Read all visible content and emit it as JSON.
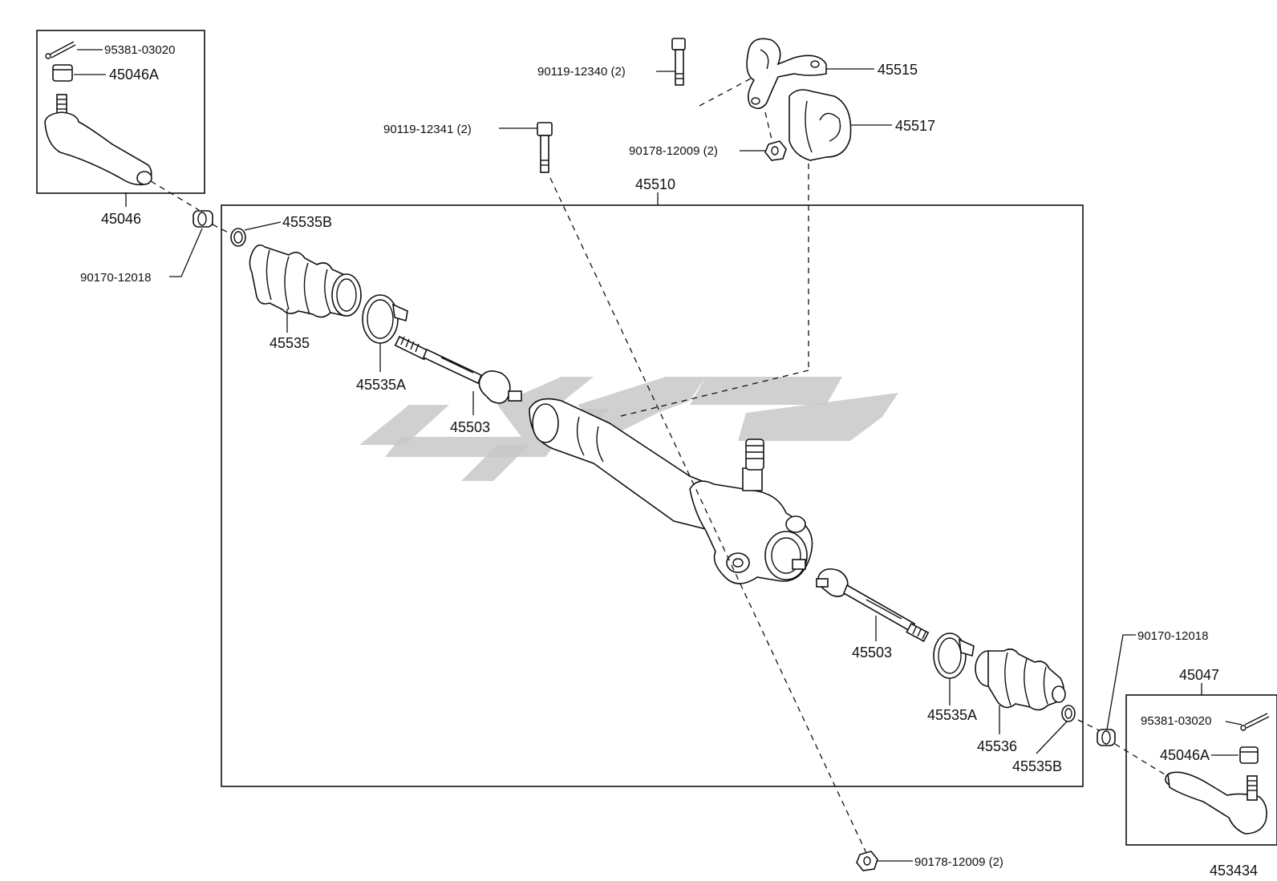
{
  "labels": {
    "cotter_pin_left": "95381-03020",
    "nut_left": "45046A",
    "tie_rod_end_left": "45046",
    "washer_left": "90170-12018",
    "clip_left_b": "45535B",
    "boot_left": "45535",
    "clamp_left_a": "45535A",
    "inner_rod_left": "45503",
    "bolt_upper": "90119-12340 (2)",
    "bolt_mid": "90119-12341 (2)",
    "bracket": "45515",
    "cushion": "45517",
    "nut_upper": "90178-12009 (2)",
    "rack_assembly": "45510",
    "inner_rod_right": "45503",
    "clamp_right_a": "45535A",
    "boot_right": "45536",
    "clip_right_b": "45535B",
    "washer_right": "90170-12018",
    "tie_rod_end_right": "45047",
    "cotter_pin_right": "95381-03020",
    "nut_right": "45046A",
    "nut_lower": "90178-12009 (2)",
    "diagram_number": "453434"
  }
}
